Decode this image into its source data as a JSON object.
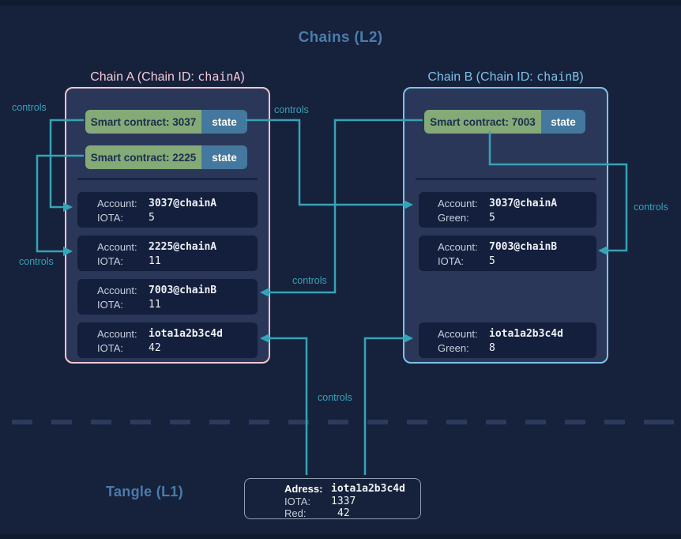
{
  "titles": {
    "l2": "Chains (L2)",
    "l1": "Tangle (L1)"
  },
  "controls_label": "controls",
  "chain_a": {
    "title_prefix": "Chain A (Chain ID: ",
    "chain_id": "chainA",
    "title_suffix": ")",
    "contracts": [
      {
        "label": "Smart contract: 3037",
        "state": "state"
      },
      {
        "label": "Smart contract: 2225",
        "state": "state"
      }
    ],
    "accounts": [
      {
        "l1": "Account:",
        "v1": "3037@chainA",
        "l2": "IOTA:",
        "v2": "5"
      },
      {
        "l1": "Account:",
        "v1": "2225@chainA",
        "l2": "IOTA:",
        "v2": "11"
      },
      {
        "l1": "Account:",
        "v1": "7003@chainB",
        "l2": "IOTA:",
        "v2": "11"
      },
      {
        "l1": "Account:",
        "v1": "iota1a2b3c4d",
        "l2": "IOTA:",
        "v2": "42"
      }
    ]
  },
  "chain_b": {
    "title_prefix": "Chain B (Chain ID: ",
    "chain_id": "chainB",
    "title_suffix": ")",
    "contracts": [
      {
        "label": "Smart contract: 7003",
        "state": "state"
      }
    ],
    "accounts": [
      {
        "l1": "Account:",
        "v1": "3037@chainA",
        "l2": "Green:",
        "v2": "5"
      },
      {
        "l1": "Account:",
        "v1": "7003@chainB",
        "l2": "IOTA:",
        "v2": "5"
      },
      {
        "l1": "Account:",
        "v1": "iota1a2b3c4d",
        "l2": "Green:",
        "v2": "8"
      }
    ]
  },
  "l1_box": {
    "l1": "Adress:",
    "v1": "iota1a2b3c4d",
    "l2": "IOTA:",
    "v2": "1337",
    "l3": "Red:",
    "v3": "42"
  },
  "colors": {
    "bg": "#16213c",
    "strip": "#111b30",
    "chain_fill": "#2b3758",
    "account_fill": "#141f3e",
    "chain_a_border": "#f3c6d0",
    "chain_b_border": "#7dc1e8",
    "title_pink": "#f2cad3",
    "title_blue": "#7dc1e8",
    "contract_green": "#83aa77",
    "state_blue": "#44789e",
    "heading_blue": "#4a7cab",
    "teal": "#36a3b7",
    "label_gray": "#c7cfdb",
    "value_white": "#eef1f6",
    "divider": "#1a2342",
    "dash": "#2c3a5c",
    "l1_border": "#93a0b4"
  }
}
